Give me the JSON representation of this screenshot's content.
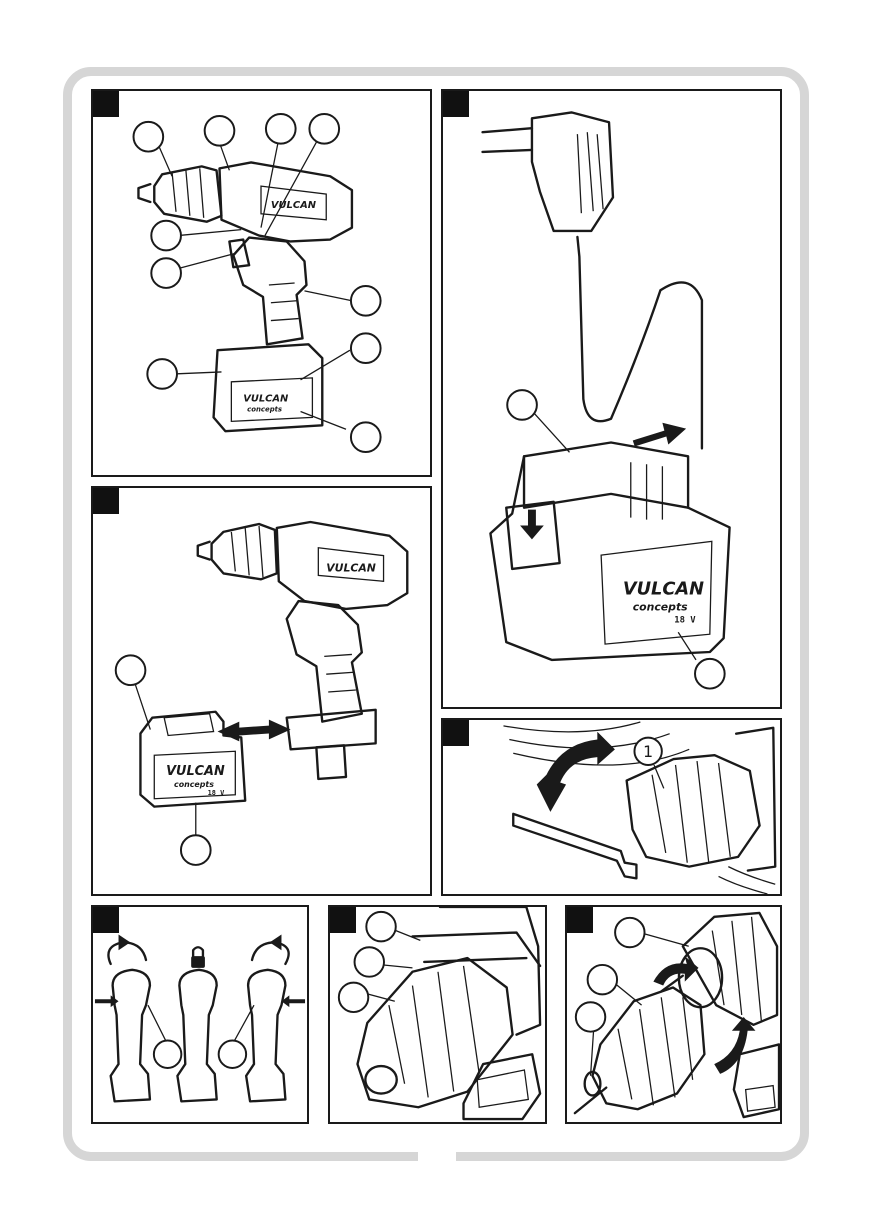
{
  "logo": {
    "brand": "VULCAN",
    "sub": "concepts",
    "voltage": "18 V"
  },
  "panel_e": {
    "callout": "1"
  },
  "colors": {
    "ink": "#1a1a1a",
    "frame": "#d6d6d6",
    "background": "#ffffff"
  },
  "icons": {
    "lock": "lock-icon",
    "rotate_left": "rotate-counterclockwise-icon",
    "rotate_right": "rotate-clockwise-icon"
  }
}
